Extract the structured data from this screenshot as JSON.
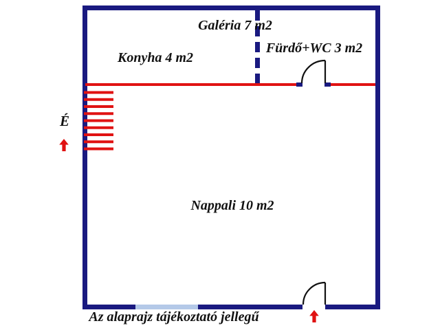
{
  "colors": {
    "wall": "#1a1a80",
    "partition": "#e01212",
    "window": "#b4c9e8",
    "door_line": "#111111",
    "text": "#111111",
    "arrow": "#e01212",
    "background": "#ffffff"
  },
  "rooms": [
    {
      "name": "Galéria",
      "area": "7 m2",
      "label": "Galéria 7 m2"
    },
    {
      "name": "Konyha",
      "area": "4 m2",
      "label": "Konyha 4 m2"
    },
    {
      "name": "Fürdő+WC",
      "area": "3 m2",
      "label": "Fürdő+WC 3 m2"
    },
    {
      "name": "Nappali",
      "area": "10 m2",
      "label": "Nappali 10 m2"
    }
  ],
  "compass": {
    "label": "É"
  },
  "footnote": "Az alaprajz tájékoztató jellegű",
  "staircase": {
    "steps": 9
  }
}
